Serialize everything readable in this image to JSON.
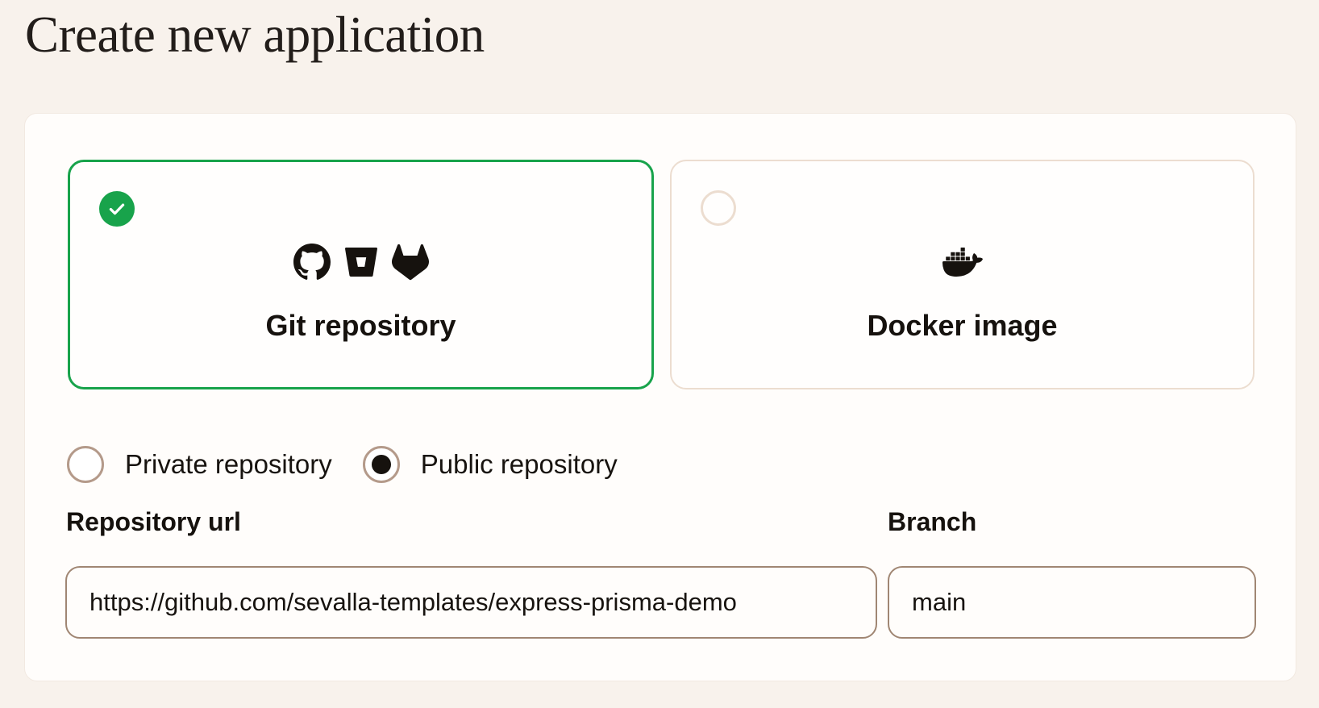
{
  "title": "Create new application",
  "source_cards": [
    {
      "label": "Git repository",
      "selected": true,
      "icons": [
        "github-icon",
        "bitbucket-icon",
        "gitlab-icon"
      ]
    },
    {
      "label": "Docker image",
      "selected": false,
      "icons": [
        "docker-icon"
      ]
    }
  ],
  "visibility_options": [
    {
      "label": "Private repository",
      "selected": false
    },
    {
      "label": "Public repository",
      "selected": true
    }
  ],
  "fields": {
    "repository_url": {
      "label": "Repository url",
      "value": "https://github.com/sevalla-templates/express-prisma-demo"
    },
    "branch": {
      "label": "Branch",
      "value": "main"
    }
  },
  "colors": {
    "accent_green": "#18a34b",
    "page_background": "#f8f2ec",
    "panel_background": "#fffdfb",
    "muted_border": "#ecddd0",
    "input_border": "#a08673",
    "radio_border": "#b49a8a",
    "text": "#17130f"
  }
}
